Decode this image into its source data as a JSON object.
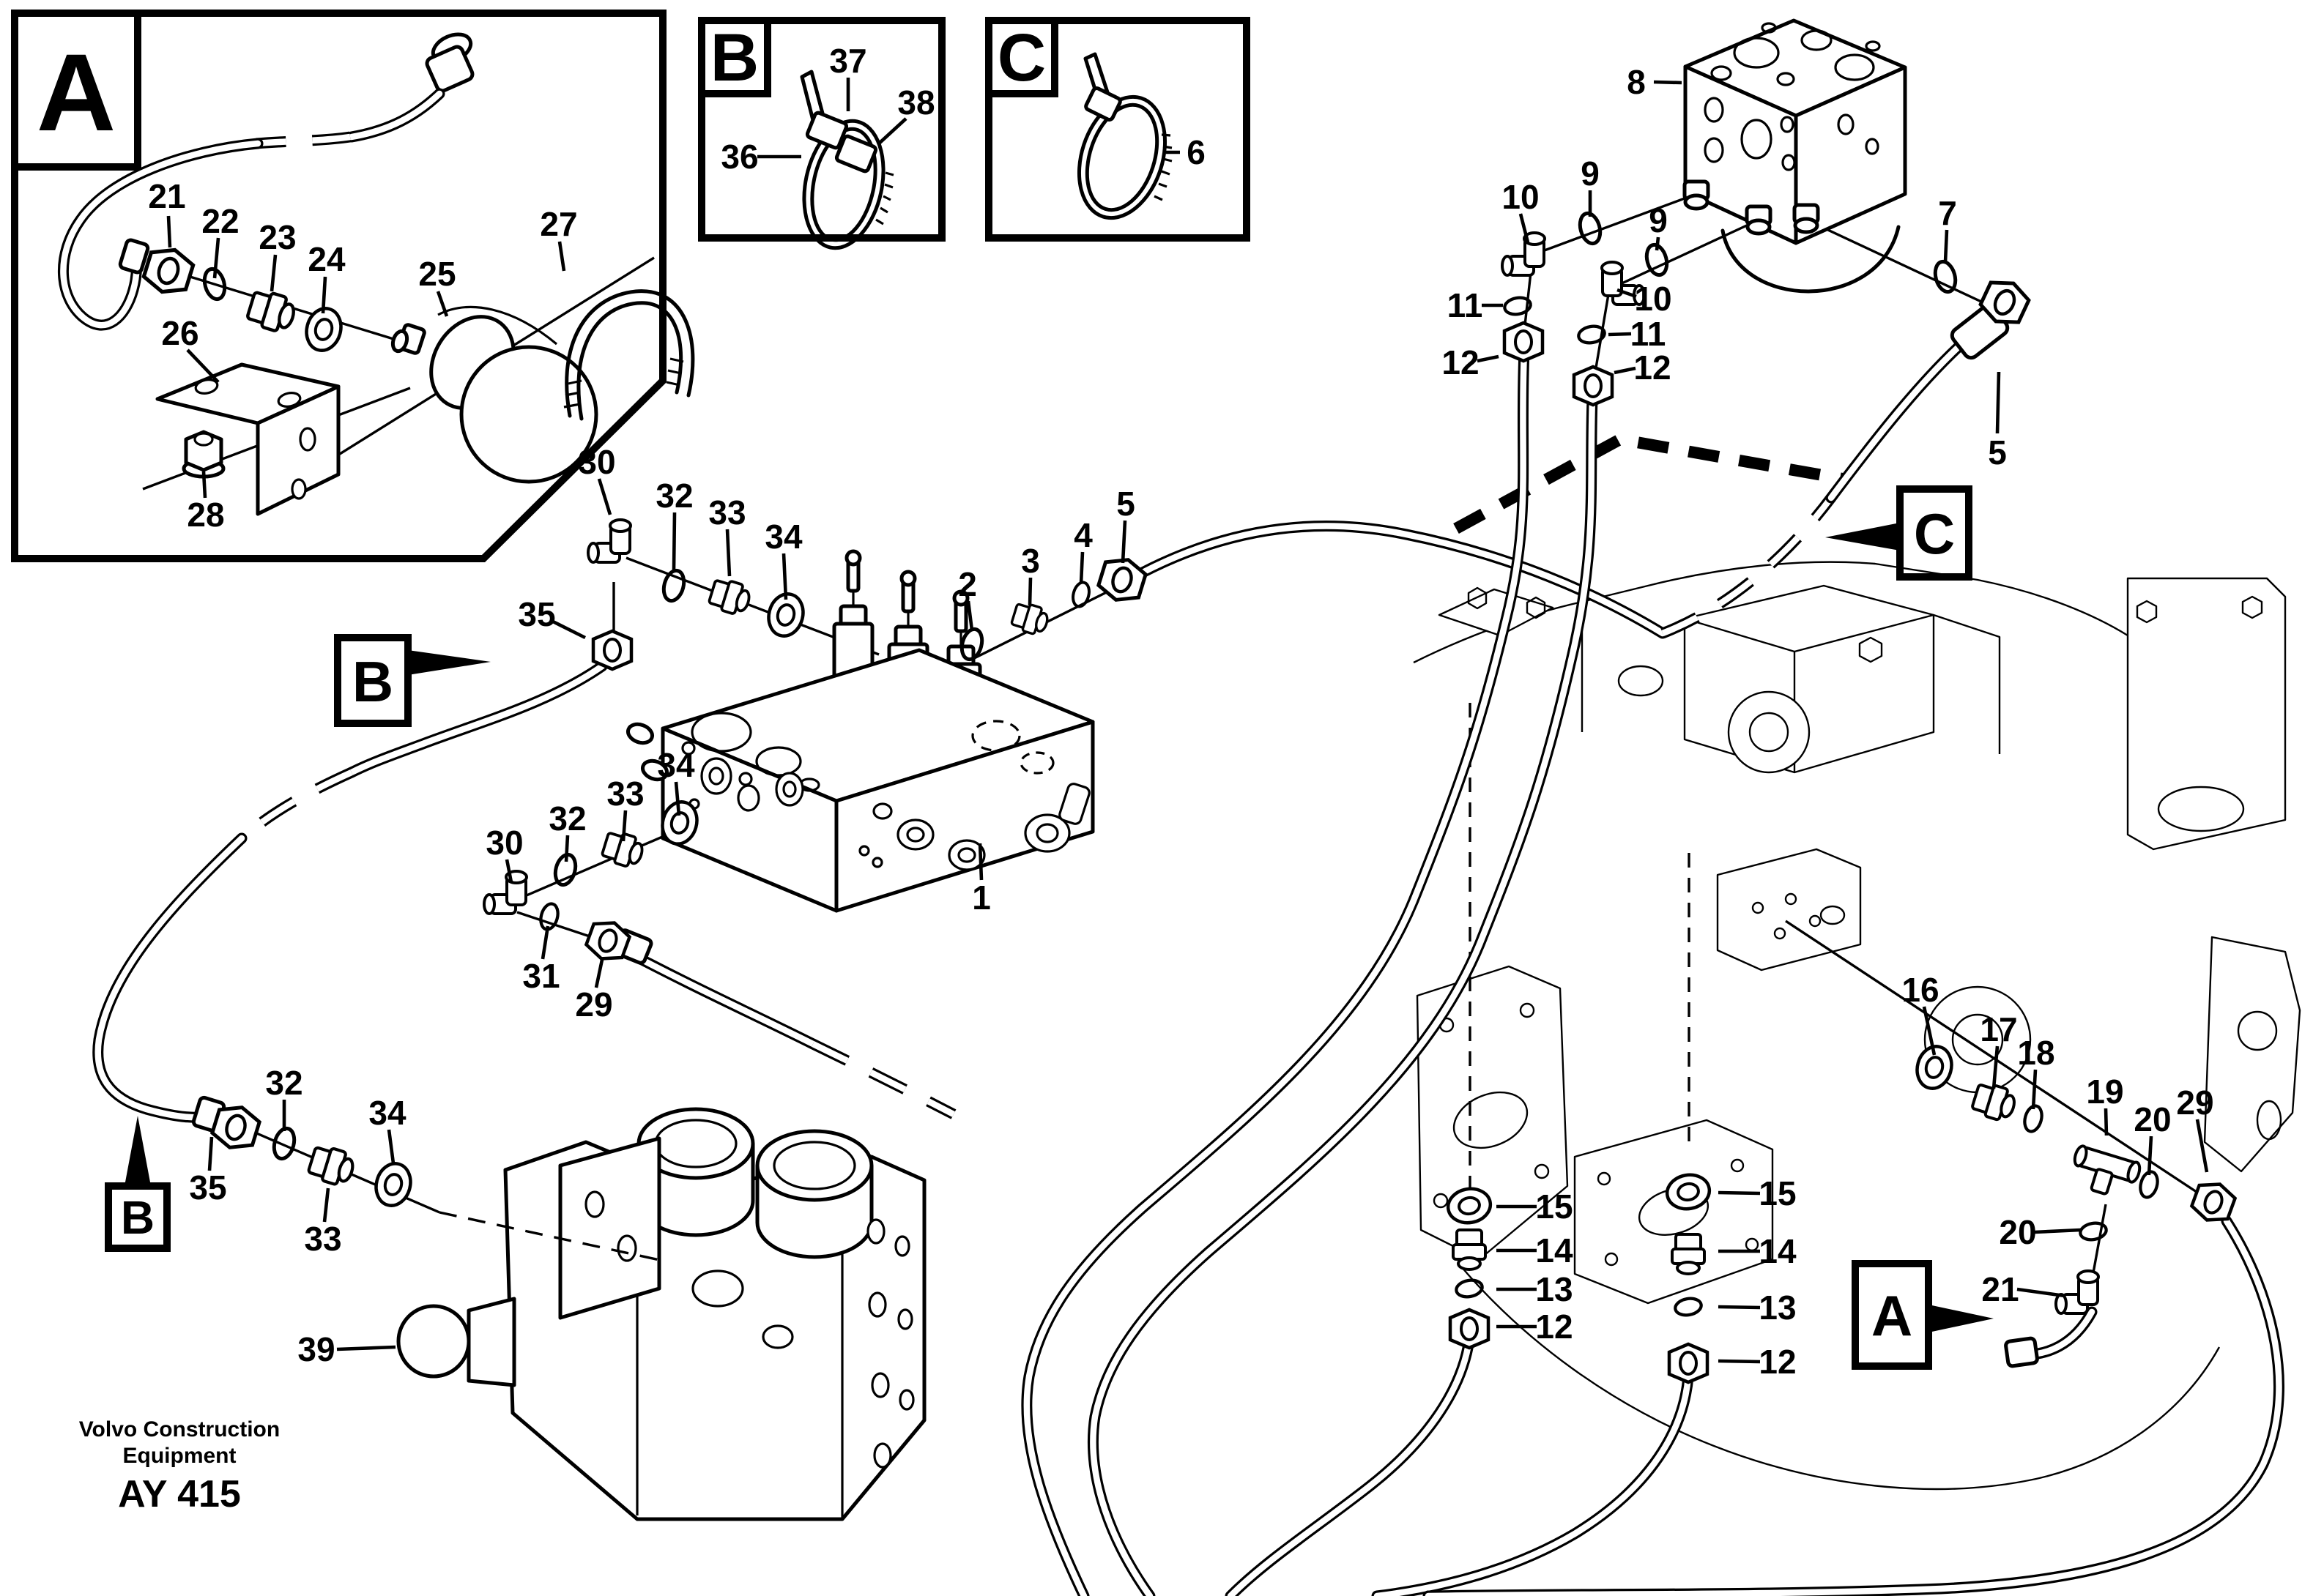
{
  "document": {
    "type": "exploded-parts-diagram",
    "brand_line1": "Volvo Construction",
    "brand_line2": "Equipment",
    "figure_code": "AY 415"
  },
  "inset_letters": {
    "a": "A",
    "b": "B",
    "c": "C"
  },
  "view_markers": {
    "b_upper": "B",
    "b_lower": "B",
    "c_right": "C",
    "a_lower": "A"
  },
  "callouts": [
    [
      "21",
      228,
      268,
      230,
      295,
      232,
      338
    ],
    [
      "22",
      301,
      302,
      298,
      325,
      293,
      380
    ],
    [
      "23",
      379,
      324,
      376,
      348,
      371,
      398
    ],
    [
      "24",
      446,
      354,
      444,
      378,
      441,
      428
    ],
    [
      "25",
      597,
      374,
      598,
      398,
      610,
      432
    ],
    [
      "27",
      763,
      306,
      764,
      330,
      770,
      370
    ],
    [
      "26",
      246,
      455,
      256,
      478,
      298,
      522
    ],
    [
      "28",
      281,
      703,
      280,
      680,
      278,
      644
    ],
    [
      "37",
      1158,
      83,
      1158,
      106,
      1158,
      152
    ],
    [
      "38",
      1251,
      140,
      1237,
      162,
      1200,
      196
    ],
    [
      "36",
      1010,
      214,
      1034,
      214,
      1094,
      214
    ],
    [
      "6",
      1633,
      208,
      1611,
      208,
      1592,
      208
    ],
    [
      "8",
      2234,
      112,
      2258,
      112,
      2296,
      113
    ],
    [
      "9",
      2171,
      237,
      2171,
      260,
      2171,
      296
    ],
    [
      "10",
      2076,
      269,
      2076,
      292,
      2086,
      331
    ],
    [
      "9",
      2264,
      301,
      2264,
      324,
      2262,
      342
    ],
    [
      "10",
      2257,
      408,
      2234,
      405,
      2208,
      396
    ],
    [
      "11",
      2000,
      417,
      2023,
      417,
      2052,
      417
    ],
    [
      "12",
      1994,
      495,
      2017,
      493,
      2046,
      487
    ],
    [
      "11",
      2250,
      456,
      2227,
      456,
      2196,
      457
    ],
    [
      "12",
      2256,
      502,
      2233,
      503,
      2204,
      509
    ],
    [
      "7",
      2659,
      291,
      2658,
      314,
      2656,
      358
    ],
    [
      "5",
      2727,
      618,
      2727,
      592,
      2729,
      508
    ],
    [
      "30",
      815,
      631,
      818,
      654,
      833,
      703
    ],
    [
      "32",
      921,
      677,
      921,
      700,
      920,
      779
    ],
    [
      "33",
      993,
      700,
      993,
      723,
      996,
      787
    ],
    [
      "34",
      1070,
      733,
      1070,
      756,
      1073,
      819
    ],
    [
      "35",
      733,
      839,
      755,
      849,
      799,
      871
    ],
    [
      "2",
      1321,
      798,
      1322,
      821,
      1327,
      861
    ],
    [
      "3",
      1407,
      766,
      1407,
      789,
      1406,
      827
    ],
    [
      "4",
      1479,
      731,
      1478,
      754,
      1476,
      797
    ],
    [
      "5",
      1537,
      688,
      1536,
      711,
      1533,
      769
    ],
    [
      "1",
      1340,
      1226,
      1340,
      1202,
      1338,
      1152
    ],
    [
      "30",
      689,
      1151,
      692,
      1174,
      698,
      1205
    ],
    [
      "32",
      775,
      1118,
      775,
      1141,
      773,
      1177
    ],
    [
      "33",
      854,
      1084,
      854,
      1107,
      851,
      1149
    ],
    [
      "34",
      923,
      1045,
      923,
      1068,
      927,
      1114
    ],
    [
      "31",
      739,
      1333,
      741,
      1310,
      748,
      1265
    ],
    [
      "29",
      811,
      1372,
      814,
      1349,
      822,
      1311
    ],
    [
      "32",
      388,
      1479,
      388,
      1502,
      388,
      1545
    ],
    [
      "34",
      529,
      1520,
      531,
      1543,
      537,
      1589
    ],
    [
      "33",
      441,
      1692,
      443,
      1669,
      448,
      1623
    ],
    [
      "35",
      284,
      1622,
      286,
      1599,
      289,
      1553
    ],
    [
      "39",
      432,
      1843,
      460,
      1843,
      540,
      1840
    ],
    [
      "16",
      2622,
      1352,
      2627,
      1375,
      2641,
      1441
    ],
    [
      "17",
      2729,
      1406,
      2727,
      1429,
      2722,
      1487
    ],
    [
      "18",
      2780,
      1438,
      2779,
      1461,
      2776,
      1515
    ],
    [
      "19",
      2874,
      1491,
      2875,
      1514,
      2876,
      1551
    ],
    [
      "20",
      2939,
      1529,
      2937,
      1552,
      2934,
      1605
    ],
    [
      "29",
      2997,
      1506,
      3000,
      1529,
      3013,
      1601
    ],
    [
      "20",
      2755,
      1683,
      2778,
      1683,
      2841,
      1680
    ],
    [
      "21",
      2731,
      1761,
      2754,
      1761,
      2819,
      1770
    ],
    [
      "15",
      2122,
      1648,
      2098,
      1648,
      2043,
      1648
    ],
    [
      "14",
      2122,
      1708,
      2098,
      1708,
      2043,
      1708
    ],
    [
      "13",
      2122,
      1761,
      2098,
      1761,
      2043,
      1761
    ],
    [
      "12",
      2122,
      1812,
      2098,
      1812,
      2043,
      1812
    ],
    [
      "15",
      2427,
      1630,
      2403,
      1630,
      2346,
      1629
    ],
    [
      "14",
      2427,
      1709,
      2403,
      1709,
      2346,
      1709
    ],
    [
      "13",
      2427,
      1786,
      2403,
      1786,
      2346,
      1785
    ],
    [
      "12",
      2427,
      1860,
      2403,
      1860,
      2346,
      1859
    ]
  ]
}
